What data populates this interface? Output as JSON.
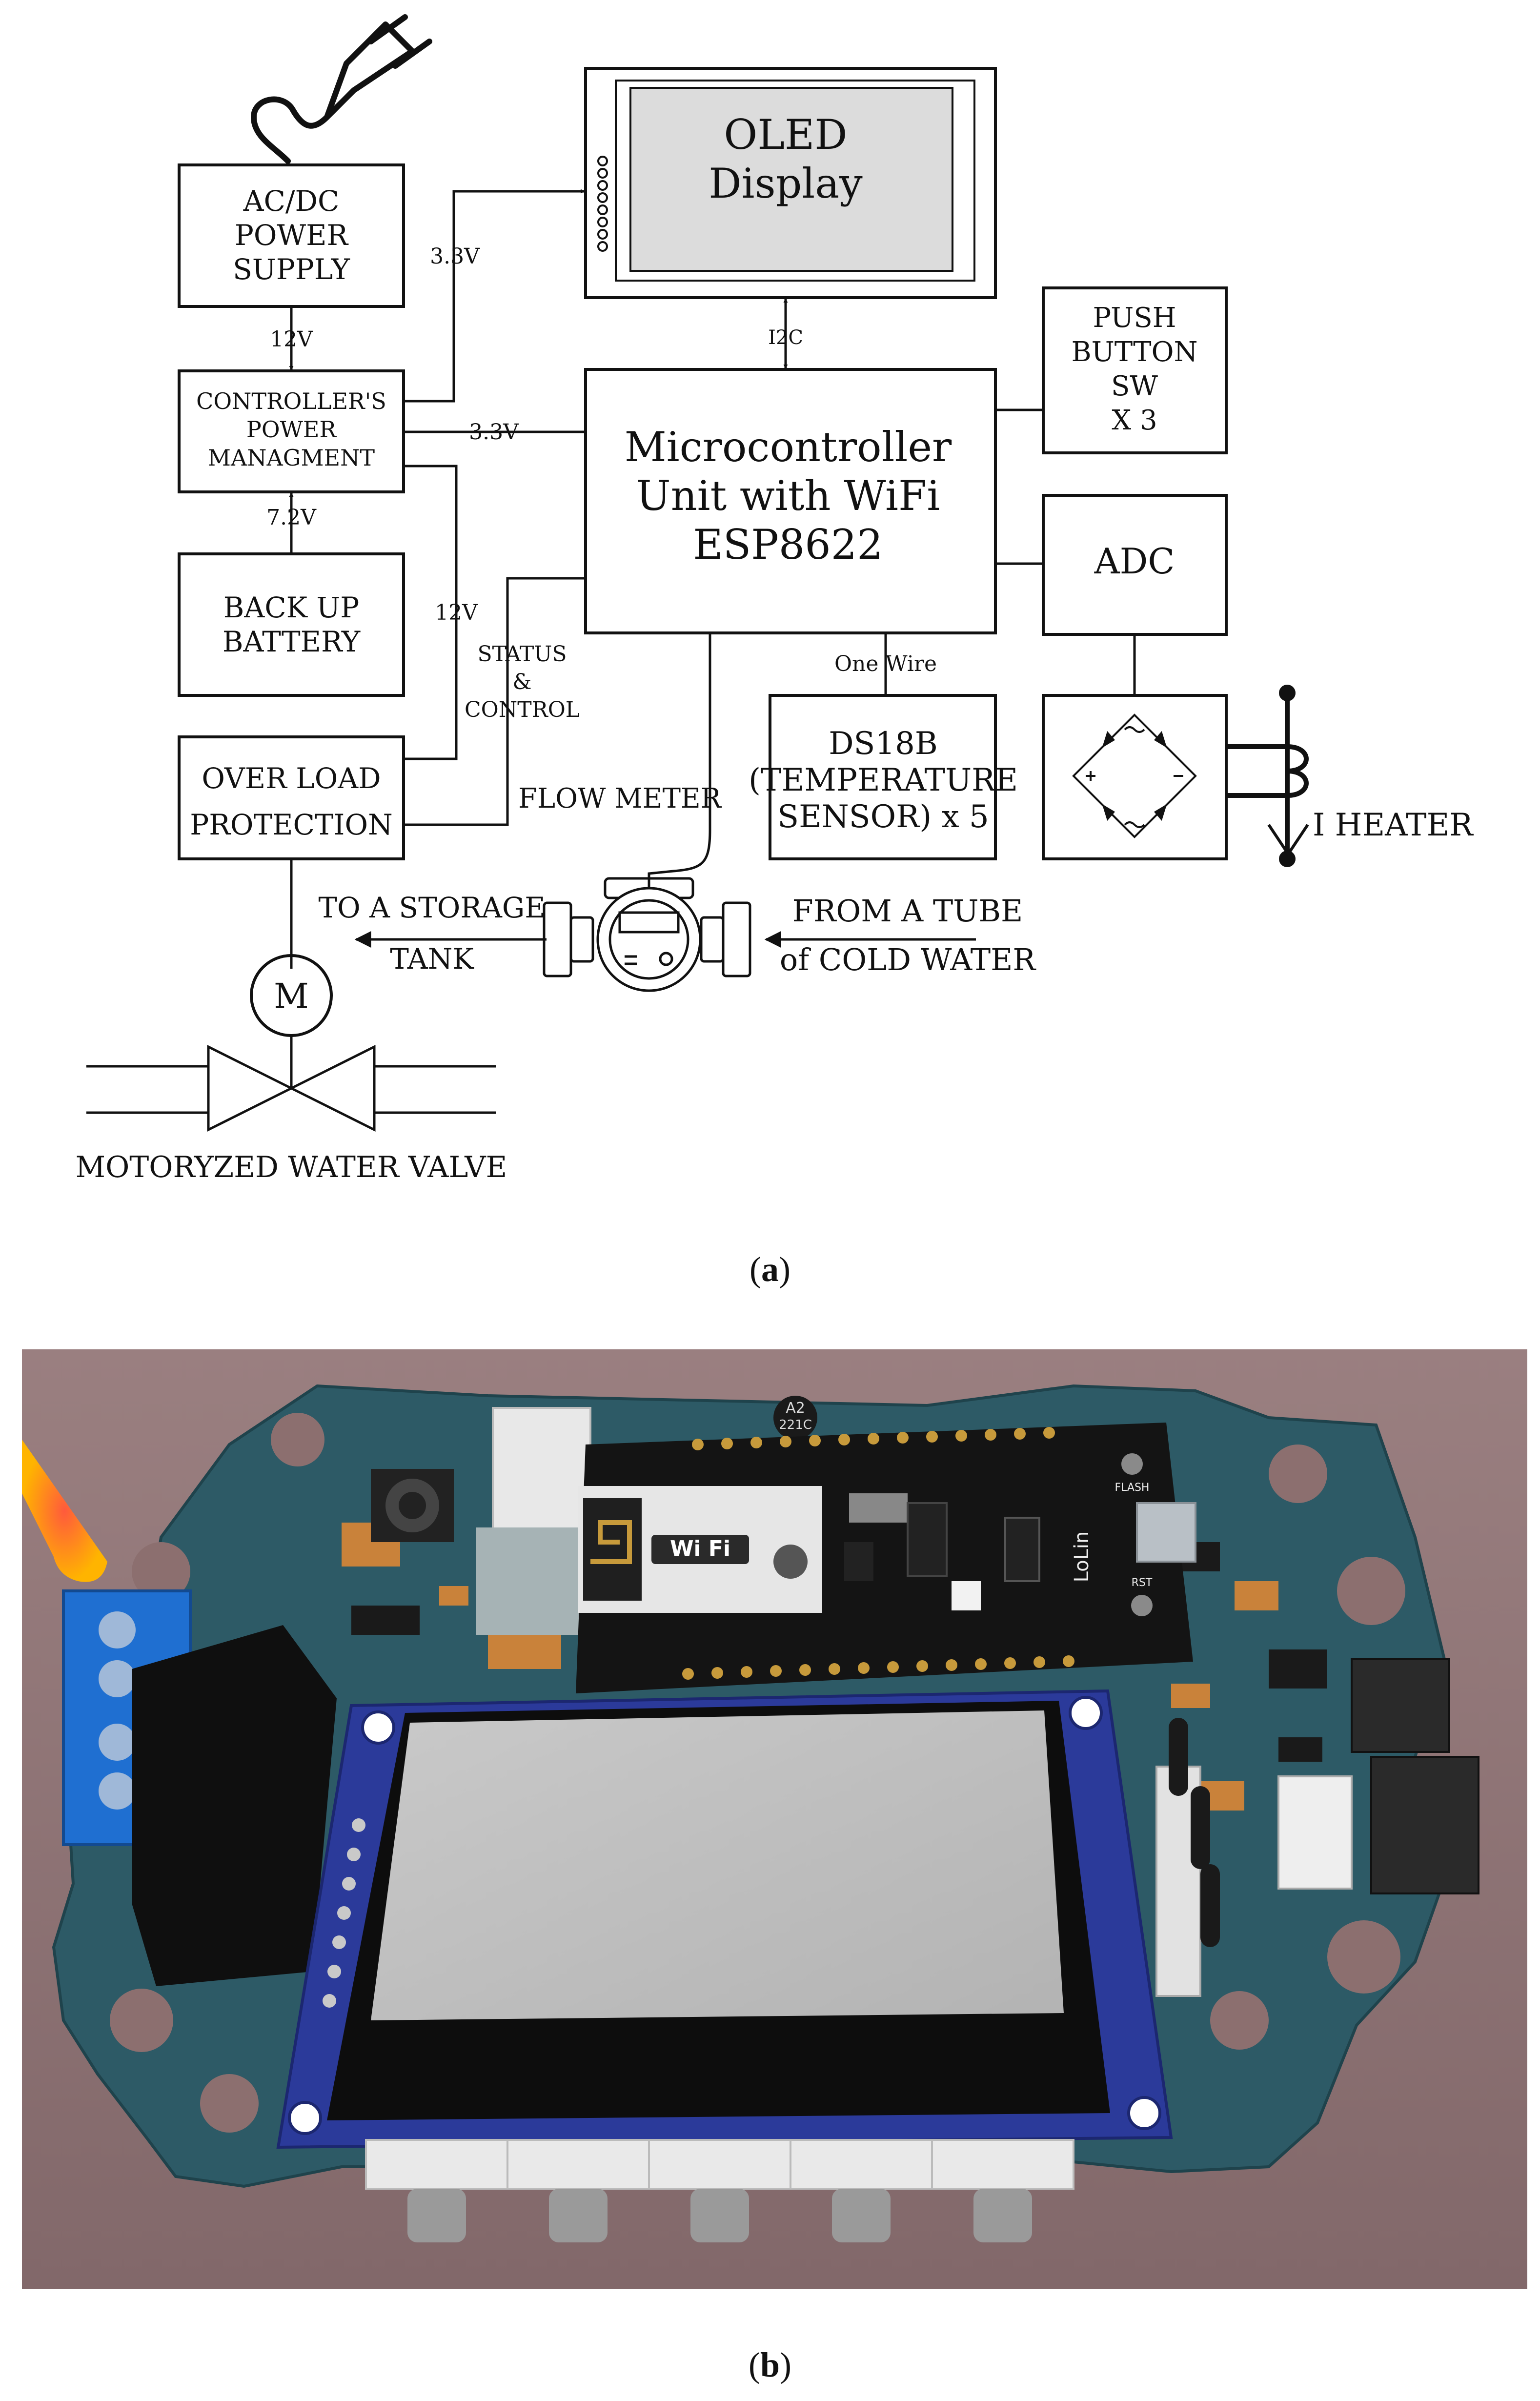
{
  "diagram": {
    "nodes": {
      "ac_dc": [
        "AC/DC",
        "POWER",
        "SUPPLY"
      ],
      "oled": [
        "OLED",
        "Display"
      ],
      "push_button": [
        "PUSH",
        "BUTTON",
        "SW",
        "X 3"
      ],
      "controller_power": [
        "CONTROLLER'S",
        "POWER",
        "MANAGMENT"
      ],
      "mcu": [
        "Microcontroller",
        "Unit with WiFi",
        "ESP8622"
      ],
      "adc": [
        "ADC"
      ],
      "backup_battery": [
        "BACK UP",
        "BATTERY"
      ],
      "overload": [
        "OVER LOAD",
        "PROTECTION"
      ],
      "ds18b": [
        "DS18B",
        "(TEMPERATURE",
        "SENSOR) x 5"
      ],
      "motor": [
        "M"
      ]
    },
    "edge_labels": {
      "v12_top": "12V",
      "v33_top": "3.3V",
      "i2c": "I2C",
      "v33_mid": "3.3V",
      "v72": "7.2V",
      "v12_side": "12V",
      "status_control": [
        "STATUS",
        "&",
        "CONTROL"
      ],
      "one_wire": "One Wire"
    },
    "annotations": {
      "flow_meter": "FLOW METER",
      "heater": "I HEATER",
      "to_storage": [
        "TO A STORAGE",
        "TANK"
      ],
      "from_tube": [
        "FROM A TUBE",
        "of COLD WATER"
      ],
      "valve": "MOTORYZED WATER VALVE"
    }
  },
  "render": {
    "pcb_silkscreen": [
      "Wi Fi",
      "LoLin",
      "FLASH",
      "RST",
      "A2",
      "221C"
    ]
  },
  "captions": {
    "a": "a",
    "b": "b"
  },
  "colors": {
    "pcb": "#2d5a66",
    "oled_frame": "#2b3a9a",
    "background": "#8c6f6f",
    "terminal": "#1f6fd1"
  }
}
